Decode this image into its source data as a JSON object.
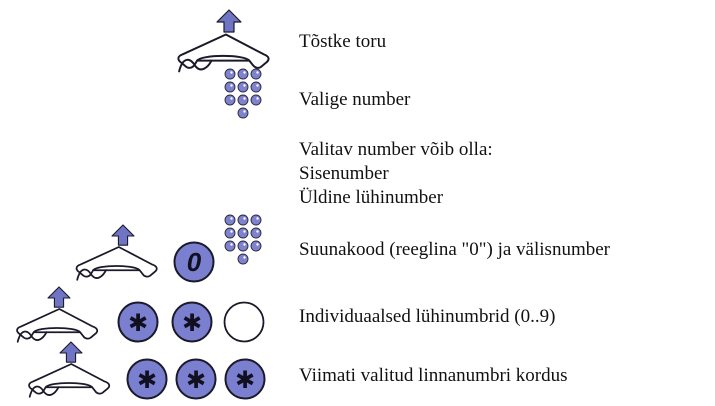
{
  "steps": {
    "lift_handset": "Tõstke toru",
    "dial_number": "Valige number",
    "dial_info": {
      "title": "Valitav number võib olla:",
      "option_internal": "Sisenumber",
      "option_common_speed": "Üldine lühinumber"
    },
    "external": {
      "text": "Suunakood (reeglina \"0\") ja välisnumber",
      "key_label": "0"
    },
    "individual_speed": {
      "text": "Individuaalsed lühinumbrid (0..9)",
      "key_label": "✱"
    },
    "redial": {
      "text": "Viimati valitud linnanumbri kordus",
      "key_label": "✱"
    }
  },
  "colors": {
    "accent": "#6f74c4",
    "key_fill": "#7b7fd0",
    "keypad_dot": "#7e82cf",
    "outline": "#1a1a2a",
    "text": "#111111"
  },
  "icons": [
    "handset-lift-icon",
    "keypad-icon",
    "star-key-icon",
    "digit-zero-key-icon",
    "blank-key-icon"
  ]
}
